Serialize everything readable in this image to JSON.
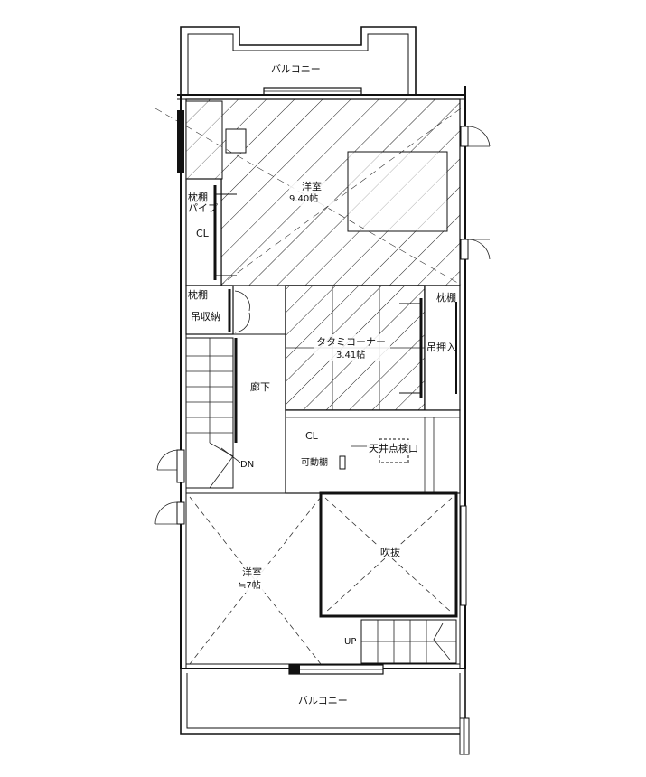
{
  "rooms": {
    "balcony_top": "バルコニー",
    "balcony_bottom": "バルコニー",
    "bedroom_main": {
      "name": "洋室",
      "size": "9.40帖"
    },
    "bedroom_south": {
      "name": "洋室",
      "size": "≒7帖"
    },
    "tatami_corner": {
      "name": "タタミコーナー",
      "size": "3.41帖"
    },
    "corridor": "廊下",
    "closet": "CL",
    "closet_upper": "CL",
    "makura_shelf_pipe": [
      "枕棚",
      "パイプ"
    ],
    "makura_shelf_1": "枕棚",
    "makura_shelf_2": "枕棚",
    "hanging_storage": "吊収納",
    "hanging_closet": "吊押入",
    "movable_shelf": "可動棚",
    "ceiling_hatch": "天井点検口",
    "void": "吹抜",
    "stair_down": "DN",
    "stair_up": "UP"
  },
  "colors": {
    "line": "#111111",
    "background": "#ffffff"
  }
}
